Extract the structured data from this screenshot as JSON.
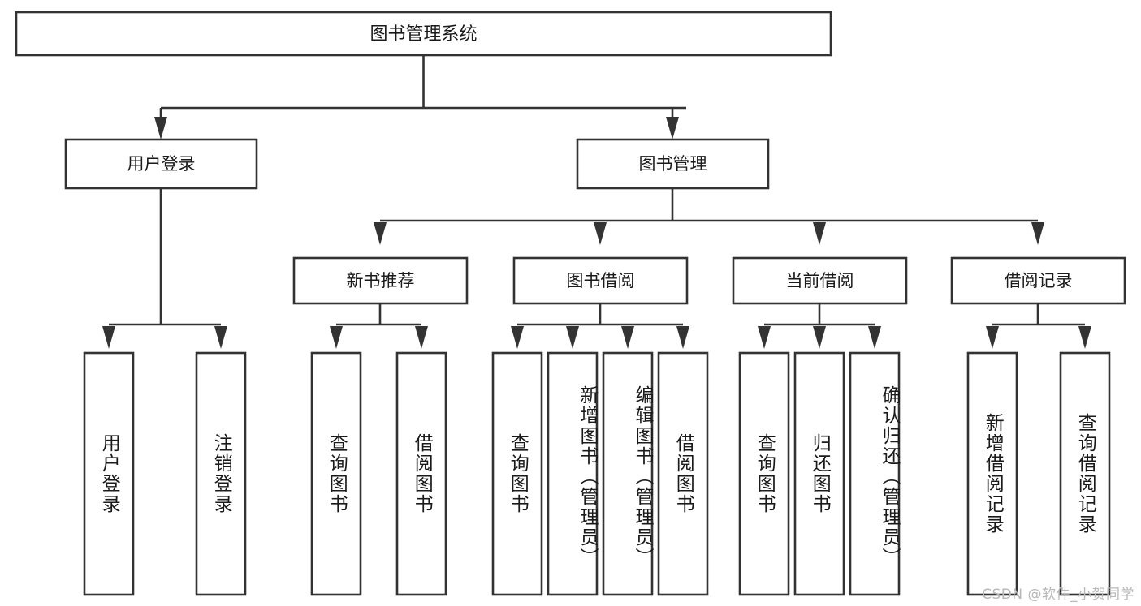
{
  "diagram": {
    "title": "图书管理系统",
    "watermark": "CSDN @软件_小贺同学",
    "root": {
      "label": "图书管理系统"
    },
    "level2": [
      {
        "id": "user-login",
        "label": "用户登录"
      },
      {
        "id": "book-manage",
        "label": "图书管理"
      }
    ],
    "level3": [
      {
        "id": "new-book-recommend",
        "label": "新书推荐"
      },
      {
        "id": "book-borrow",
        "label": "图书借阅"
      },
      {
        "id": "current-borrow",
        "label": "当前借阅"
      },
      {
        "id": "borrow-record",
        "label": "借阅记录"
      }
    ],
    "leaves": {
      "user_login": [
        {
          "id": "leaf-user-login",
          "label": "用户登录"
        },
        {
          "id": "leaf-logout-login",
          "label": "注销登录"
        }
      ],
      "new_book_recommend": [
        {
          "id": "leaf-query-book-1",
          "label": "查询图书"
        },
        {
          "id": "leaf-borrow-book-1",
          "label": "借阅图书"
        }
      ],
      "book_borrow": [
        {
          "id": "leaf-query-book-2",
          "label": "查询图书"
        },
        {
          "id": "leaf-add-book",
          "label": "新增图书（管理员）"
        },
        {
          "id": "leaf-edit-book",
          "label": "编辑图书（管理员）"
        },
        {
          "id": "leaf-borrow-book-2",
          "label": "借阅图书"
        }
      ],
      "current_borrow": [
        {
          "id": "leaf-query-book-3",
          "label": "查询图书"
        },
        {
          "id": "leaf-return-book",
          "label": "归还图书"
        },
        {
          "id": "leaf-confirm-return",
          "label": "确认归还（管理员）"
        }
      ],
      "borrow_record": [
        {
          "id": "leaf-add-record",
          "label": "新增借阅记录"
        },
        {
          "id": "leaf-query-record",
          "label": "查询借阅记录"
        }
      ]
    },
    "colors": {
      "stroke": "#333333",
      "box_fill": "#ffffff",
      "text": "#1a1a1a",
      "watermark": "#b8b8b8",
      "background": "#ffffff"
    }
  }
}
